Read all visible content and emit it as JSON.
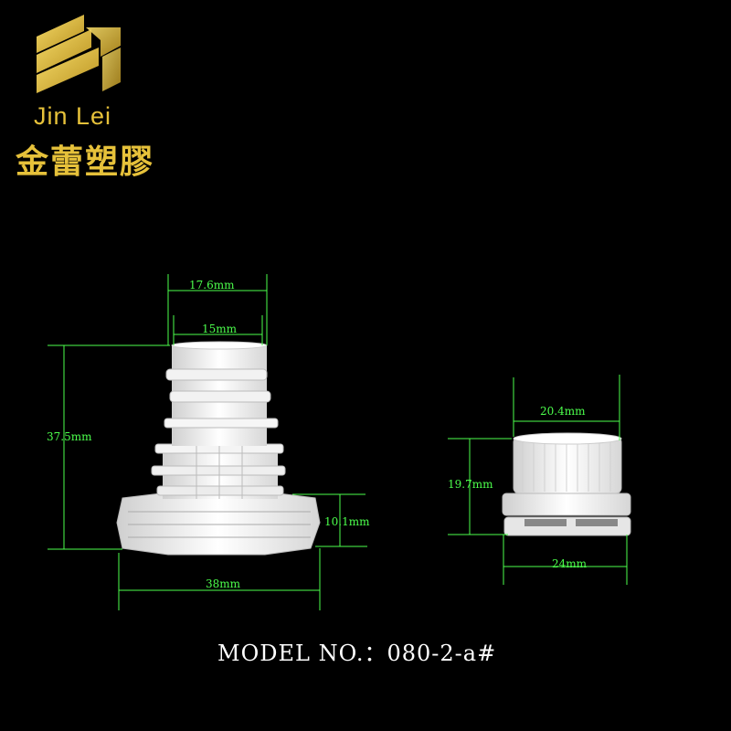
{
  "brand": {
    "name_en": "Jin Lei",
    "name_cn": "金蕾塑膠"
  },
  "dimensions": {
    "spout_outer_diameter": "17.6mm",
    "spout_inner_diameter": "15mm",
    "spout_height": "37.5mm",
    "base_height": "10.1mm",
    "base_width": "38mm",
    "cap_inner_diameter": "20.4mm",
    "cap_height": "19.7mm",
    "cap_outer_diameter": "24mm"
  },
  "model": "MODEL NO.：080-2-a#",
  "colors": {
    "background": "#000000",
    "dimension_text": "#4cff4c",
    "brand_gold": "#e6c13a",
    "model_text": "#ffffff"
  }
}
